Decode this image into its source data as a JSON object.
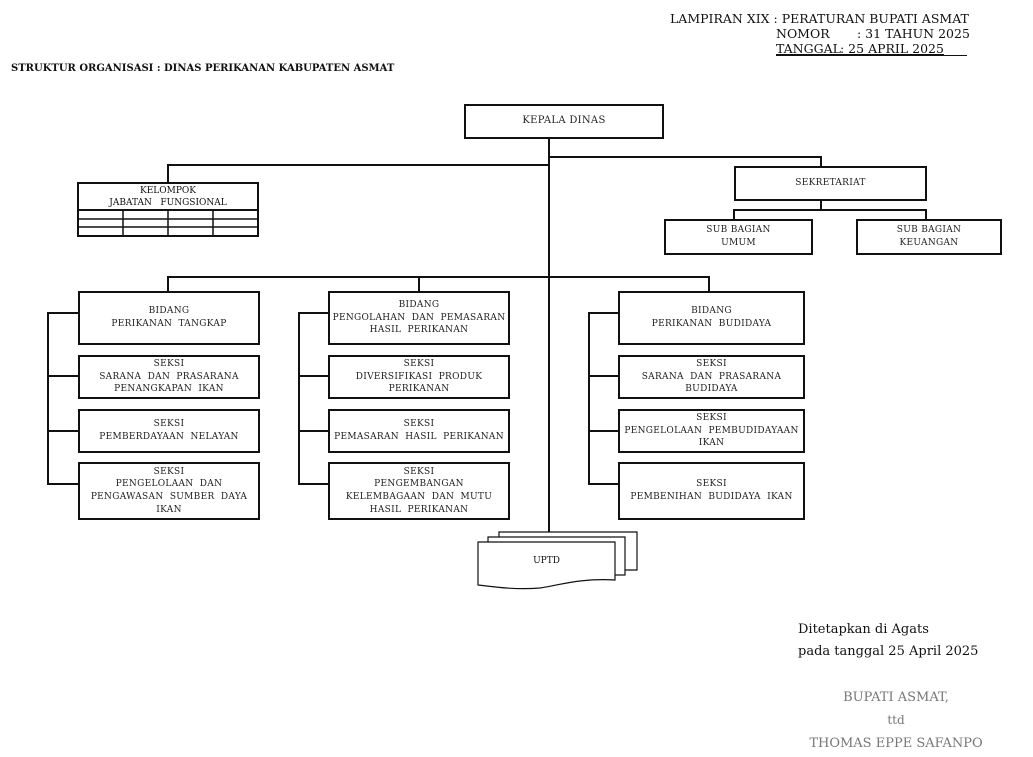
{
  "header": {
    "lampiran_label": "LAMPIRAN XIX : PERATURAN BUPATI ASMAT",
    "nomor_label": "NOMOR",
    "nomor_value": ": 31 TAHUN 2025",
    "tanggal_label": "TANGGAL",
    "tanggal_value": ":   25 APRIL 2025"
  },
  "title": "STRUKTUR ORGANISASI : DINAS PERIKANAN KABUPATEN ASMAT",
  "org": {
    "kepala": "KEPALA DINAS",
    "kelompok": {
      "line1": "KELOMPOK",
      "line2": "JABATAN   FUNGSIONAL"
    },
    "sekretariat": "SEKRETARIAT",
    "subbag_umum": {
      "line1": "SUB BAGIAN",
      "line2": "UMUM"
    },
    "subbag_keuangan": {
      "line1": "SUB BAGIAN",
      "line2": "KEUANGAN"
    },
    "bidang_tangkap": {
      "head": [
        "BIDANG",
        "PERIKANAN  TANGKAP"
      ],
      "seksi": [
        [
          "SEKSI",
          "SARANA  DAN  PRASARANA",
          "PENANGKAPAN  IKAN"
        ],
        [
          "SEKSI",
          "PEMBERDAYAAN  NELAYAN"
        ],
        [
          "SEKSI",
          "PENGELOLAAN  DAN",
          "PENGAWASAN  SUMBER  DAYA",
          "IKAN"
        ]
      ]
    },
    "bidang_pengolahan": {
      "head": [
        "BIDANG",
        "PENGOLAHAN  DAN  PEMASARAN",
        "HASIL  PERIKANAN"
      ],
      "seksi": [
        [
          "SEKSI",
          "DIVERSIFIKASI  PRODUK",
          "PERIKANAN"
        ],
        [
          "SEKSI",
          "PEMASARAN  HASIL  PERIKANAN"
        ],
        [
          "SEKSI",
          "PENGEMBANGAN",
          "KELEMBAGAAN  DAN  MUTU",
          "HASIL  PERIKANAN"
        ]
      ]
    },
    "bidang_budidaya": {
      "head": [
        "BIDANG",
        "PERIKANAN  BUDIDAYA"
      ],
      "seksi": [
        [
          "SEKSI",
          "SARANA  DAN  PRASARANA",
          "BUDIDAYA"
        ],
        [
          "SEKSI",
          "PENGELOLAAN  PEMBUDIDAYAAN",
          "IKAN"
        ],
        [
          "SEKSI",
          "PEMBENIHAN  BUDIDAYA  IKAN"
        ]
      ]
    },
    "uptd": "UPTD"
  },
  "signature": {
    "place": "Ditetapkan di Agats",
    "date": "pada tanggal 25 April 2025",
    "position": "BUPATI ASMAT,",
    "ttd": "ttd",
    "name": "THOMAS EPPE SAFANPO"
  }
}
